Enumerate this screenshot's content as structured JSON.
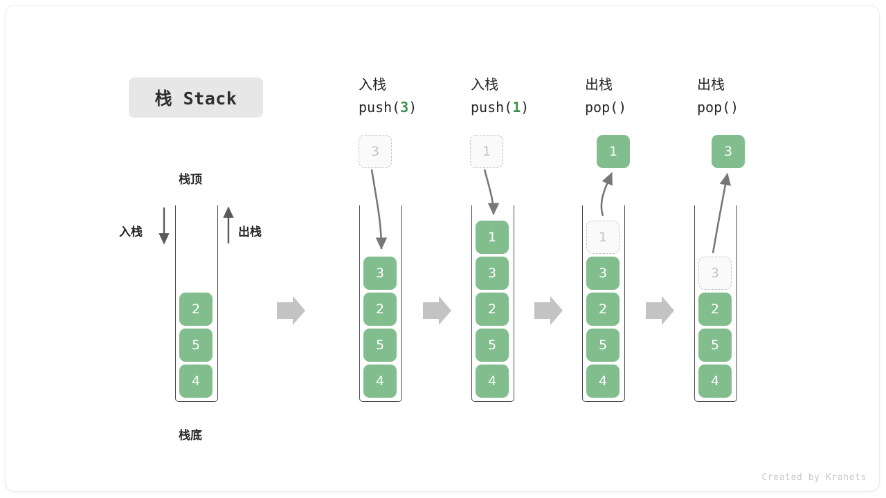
{
  "title_badge": "栈 Stack",
  "labels": {
    "top": "栈顶",
    "bottom": "栈底",
    "push_side": "入栈",
    "pop_side": "出栈"
  },
  "colors": {
    "element": "#82bd8d",
    "ghost_text": "#c4c4c4",
    "ghost_border": "#c4c4c4",
    "badge_bg": "#e7e7e7",
    "accent_number": "#3f8f53",
    "arrow": "#777777",
    "flow_arrow": "#c3c3c3",
    "container_border": "#4a4a4a"
  },
  "credit": "Created by Krahets",
  "steps": [
    {
      "id": "initial",
      "op_cn": "",
      "op_code": "",
      "stack": [
        "2",
        "5",
        "4"
      ],
      "float_box": null,
      "ghost_in_stack": null
    },
    {
      "id": "push-3",
      "op_cn": "入栈",
      "op_code_pre": "push(",
      "op_code_num": "3",
      "op_code_post": ")",
      "stack": [
        "3",
        "2",
        "5",
        "4"
      ],
      "float_box": {
        "value": "3",
        "style": "ghost"
      },
      "ghost_in_stack": null
    },
    {
      "id": "push-1",
      "op_cn": "入栈",
      "op_code_pre": "push(",
      "op_code_num": "1",
      "op_code_post": ")",
      "stack": [
        "1",
        "3",
        "2",
        "5",
        "4"
      ],
      "float_box": {
        "value": "1",
        "style": "ghost"
      },
      "ghost_in_stack": null
    },
    {
      "id": "pop-1",
      "op_cn": "出栈",
      "op_code_pre": "pop(",
      "op_code_num": "",
      "op_code_post": ")",
      "stack": [
        "3",
        "2",
        "5",
        "4"
      ],
      "float_box": {
        "value": "1",
        "style": "solid"
      },
      "ghost_in_stack": {
        "value": "1"
      }
    },
    {
      "id": "pop-3",
      "op_cn": "出栈",
      "op_code_pre": "pop(",
      "op_code_num": "",
      "op_code_post": ")",
      "stack": [
        "2",
        "5",
        "4"
      ],
      "float_box": {
        "value": "3",
        "style": "solid"
      },
      "ghost_in_stack": {
        "value": "3"
      }
    }
  ],
  "flow_arrows": 4
}
